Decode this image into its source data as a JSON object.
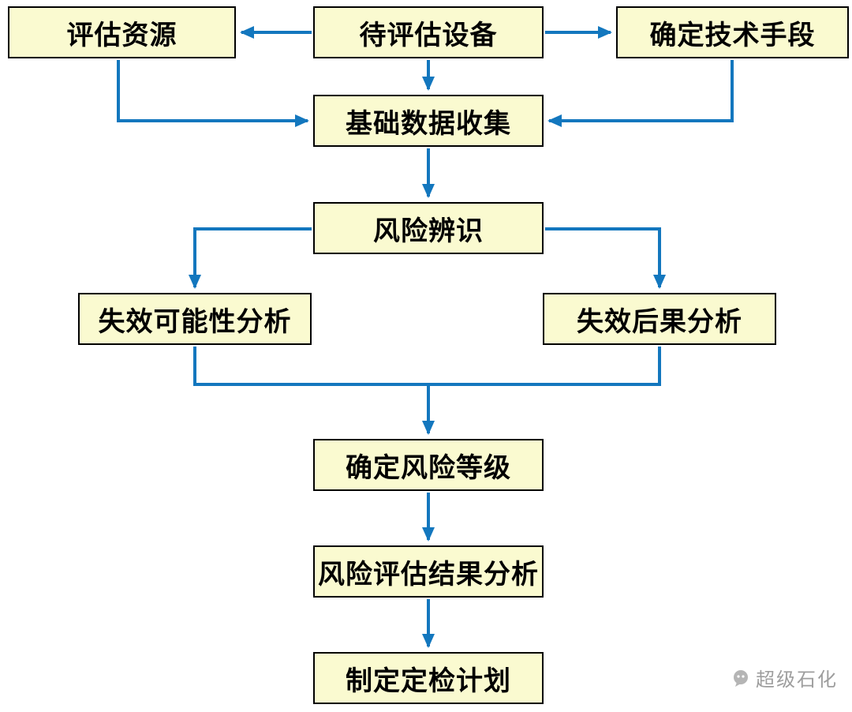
{
  "diagram": {
    "type": "flowchart",
    "description": "RBI risk assessment workflow"
  },
  "colors": {
    "arrow": "#1377be",
    "box_fill": "#fafad0",
    "box_border": "#000000",
    "text": "#000000",
    "watermark": "#9e9e9e",
    "background": "#ffffff"
  },
  "nodes": [
    {
      "id": "assess-resources",
      "label": "评估资源"
    },
    {
      "id": "equipment-to-assess",
      "label": "待评估设备"
    },
    {
      "id": "determine-technical-means",
      "label": "确定技术手段"
    },
    {
      "id": "basic-data-collection",
      "label": "基础数据收集"
    },
    {
      "id": "risk-identification",
      "label": "风险辨识"
    },
    {
      "id": "failure-probability-analysis",
      "label": "失效可能性分析"
    },
    {
      "id": "failure-consequence-analysis",
      "label": "失效后果分析"
    },
    {
      "id": "determine-risk-level",
      "label": "确定风险等级"
    },
    {
      "id": "risk-result-analysis",
      "label": "风险评估结果分析"
    },
    {
      "id": "formulate-inspection-plan",
      "label": "制定定检计划"
    }
  ],
  "edges": [
    {
      "from": "equipment-to-assess",
      "to": "assess-resources"
    },
    {
      "from": "equipment-to-assess",
      "to": "determine-technical-means"
    },
    {
      "from": "equipment-to-assess",
      "to": "basic-data-collection"
    },
    {
      "from": "assess-resources",
      "to": "basic-data-collection"
    },
    {
      "from": "determine-technical-means",
      "to": "basic-data-collection"
    },
    {
      "from": "basic-data-collection",
      "to": "risk-identification"
    },
    {
      "from": "risk-identification",
      "to": "failure-probability-analysis"
    },
    {
      "from": "risk-identification",
      "to": "failure-consequence-analysis"
    },
    {
      "from": "failure-probability-analysis",
      "to": "determine-risk-level"
    },
    {
      "from": "failure-consequence-analysis",
      "to": "determine-risk-level"
    },
    {
      "from": "determine-risk-level",
      "to": "risk-result-analysis"
    },
    {
      "from": "risk-result-analysis",
      "to": "formulate-inspection-plan"
    }
  ],
  "watermark": {
    "text": "超级石化"
  }
}
